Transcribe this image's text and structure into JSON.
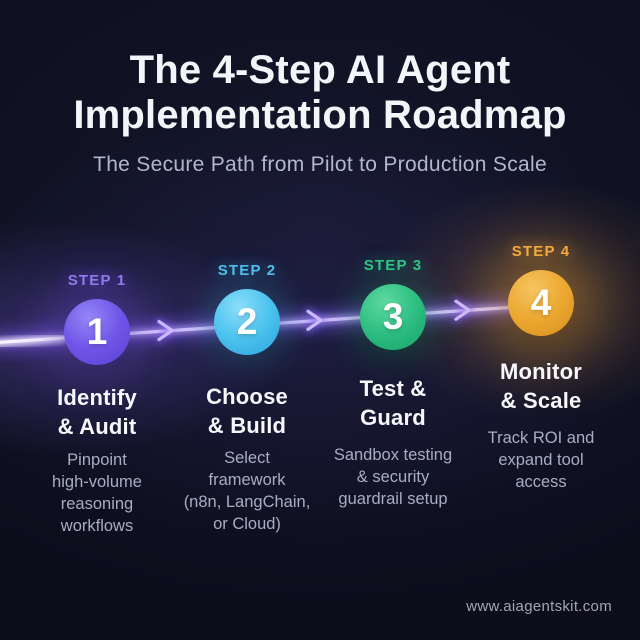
{
  "header": {
    "title_line1": "The 4-Step AI Agent",
    "title_line2": "Implementation Roadmap",
    "subtitle": "The Secure Path from Pilot to Production Scale"
  },
  "steps": [
    {
      "label": "STEP 1",
      "number": "1",
      "title": "Identify\n& Audit",
      "description": "Pinpoint\nhigh-volume\nreasoning\nworkflows",
      "accent_color": "#8d7af0",
      "circle_color": "#6c51e6"
    },
    {
      "label": "STEP 2",
      "number": "2",
      "title": "Choose\n& Build",
      "description": "Select\nframework\n(n8n, LangChain,\nor Cloud)",
      "accent_color": "#4bc0ec",
      "circle_color": "#46c0ee"
    },
    {
      "label": "STEP 3",
      "number": "3",
      "title": "Test &\nGuard",
      "description": "Sandbox testing\n& security\nguardrail setup",
      "accent_color": "#32c487",
      "circle_color": "#2abc7e"
    },
    {
      "label": "STEP 4",
      "number": "4",
      "title": "Monitor\n& Scale",
      "description": "Track ROI and\nexpand tool\naccess",
      "accent_color": "#f4a93b",
      "circle_color": "#e9a52c"
    }
  ],
  "connector": {
    "line_color": "#c3aef8",
    "glow_color": "#7c5cf5",
    "arrow_color": "#cdbcff"
  },
  "footer": {
    "website": "www.aiagentskit.com"
  },
  "background_color": "#0d0f1e"
}
